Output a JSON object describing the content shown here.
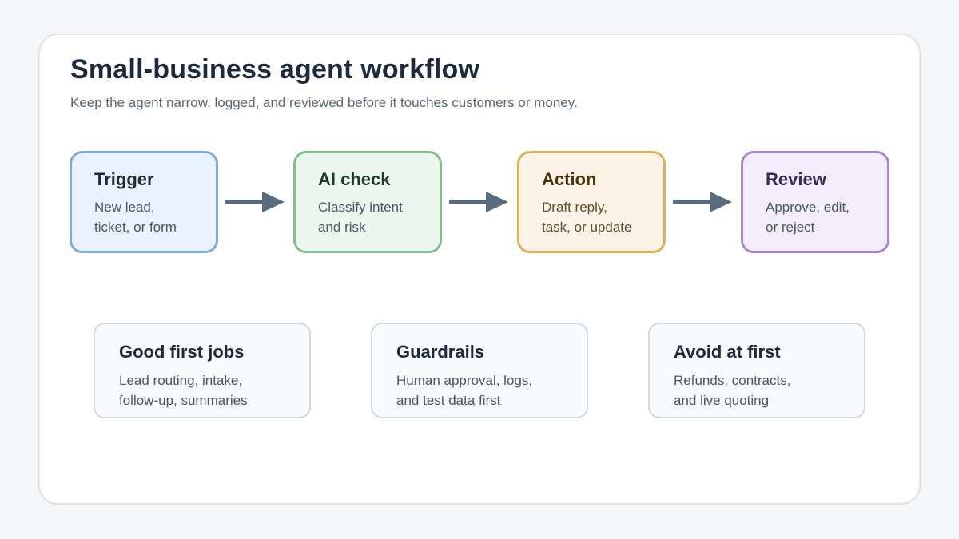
{
  "header": {
    "title": "Small-business agent workflow",
    "subtitle": "Keep the agent narrow, logged, and reviewed before it touches customers or money."
  },
  "steps": [
    {
      "title": "Trigger",
      "line1": "New lead,",
      "line2": "ticket, or form"
    },
    {
      "title": "AI check",
      "line1": "Classify intent",
      "line2": "and risk"
    },
    {
      "title": "Action",
      "line1": "Draft reply,",
      "line2": "task, or update"
    },
    {
      "title": "Review",
      "line1": "Approve, edit,",
      "line2": "or reject"
    }
  ],
  "notes": [
    {
      "title": "Good first jobs",
      "line1": "Lead routing, intake,",
      "line2": "follow-up, summaries"
    },
    {
      "title": "Guardrails",
      "line1": "Human approval, logs,",
      "line2": "and test data first"
    },
    {
      "title": "Avoid at first",
      "line1": "Refunds, contracts,",
      "line2": "and live quoting"
    }
  ],
  "colors": {
    "arrow": "#5b6b7e",
    "trigger": "#7fa9d9",
    "ai_check": "#7fc08f",
    "action": "#ddb05c",
    "review": "#a688ca"
  },
  "icons": {
    "connector": "arrow-right-icon"
  }
}
